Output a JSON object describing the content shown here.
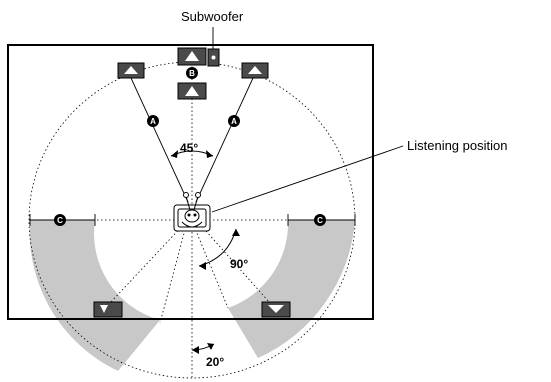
{
  "labels": {
    "subwoofer": "Subwoofer",
    "listening_position": "Listening position"
  },
  "angles": {
    "front": "45°",
    "side": "90°",
    "rear": "20°"
  },
  "markers": {
    "front_pair": "A",
    "center": "B",
    "surround_pair": "C"
  },
  "colors": {
    "shaded_zone": "#c8c8c8",
    "speaker_body": "#4a4a4a",
    "marker_fill": "#000000",
    "guide_line": "#000000"
  }
}
